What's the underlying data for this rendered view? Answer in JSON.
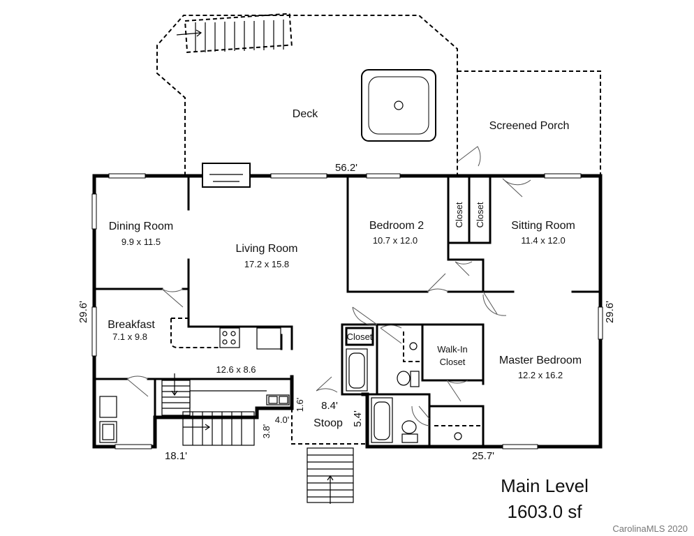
{
  "title": "Main Level",
  "area": "1603.0 sf",
  "credit": "CarolinaMLS 2020",
  "rooms": {
    "deck": "Deck",
    "screened_porch": "Screened Porch",
    "dining_room": {
      "name": "Dining Room",
      "size": "9.9 x 11.5"
    },
    "living_room": {
      "name": "Living Room",
      "size": "17.2 x 15.8"
    },
    "bedroom2": {
      "name": "Bedroom 2",
      "size": "10.7 x 12.0"
    },
    "closet_a": "Closet",
    "closet_b": "Closet",
    "sitting_room": {
      "name": "Sitting Room",
      "size": "11.4 x 12.0"
    },
    "breakfast": {
      "name": "Breakfast",
      "size": "7.1 x 9.8"
    },
    "kitchen_size": "12.6 x 8.6",
    "closet_c": "Closet",
    "walk_in_closet_l1": "Walk-In",
    "walk_in_closet_l2": "Closet",
    "master_bedroom": {
      "name": "Master Bedroom",
      "size": "12.2 x 16.2"
    },
    "stoop": "Stoop"
  },
  "dimensions": {
    "top": "56.2'",
    "left": "29.6'",
    "right": "29.6'",
    "bottom_left": "18.1'",
    "bottom_right": "25.7'",
    "stoop_width": "8.4'",
    "stoop_depth": "5.4'",
    "notch_a": "1.6'",
    "notch_b": "4.0'",
    "notch_c": "3.8'"
  }
}
